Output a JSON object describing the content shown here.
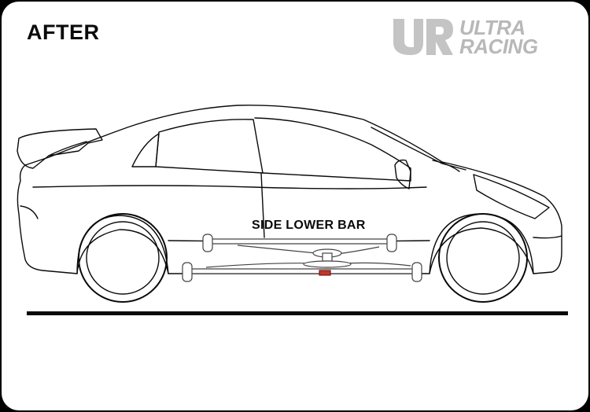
{
  "header": {
    "view_label": "AFTER"
  },
  "logo": {
    "mark_icon": "ur-monogram-icon",
    "line1": "ULTRA",
    "line2": "RACING",
    "color": "#b8b8b8"
  },
  "diagram": {
    "part_label": "SIDE LOWER BAR",
    "line_color": "#0a0a0a",
    "background": "#ffffff",
    "accent_color": "#c0392b"
  }
}
